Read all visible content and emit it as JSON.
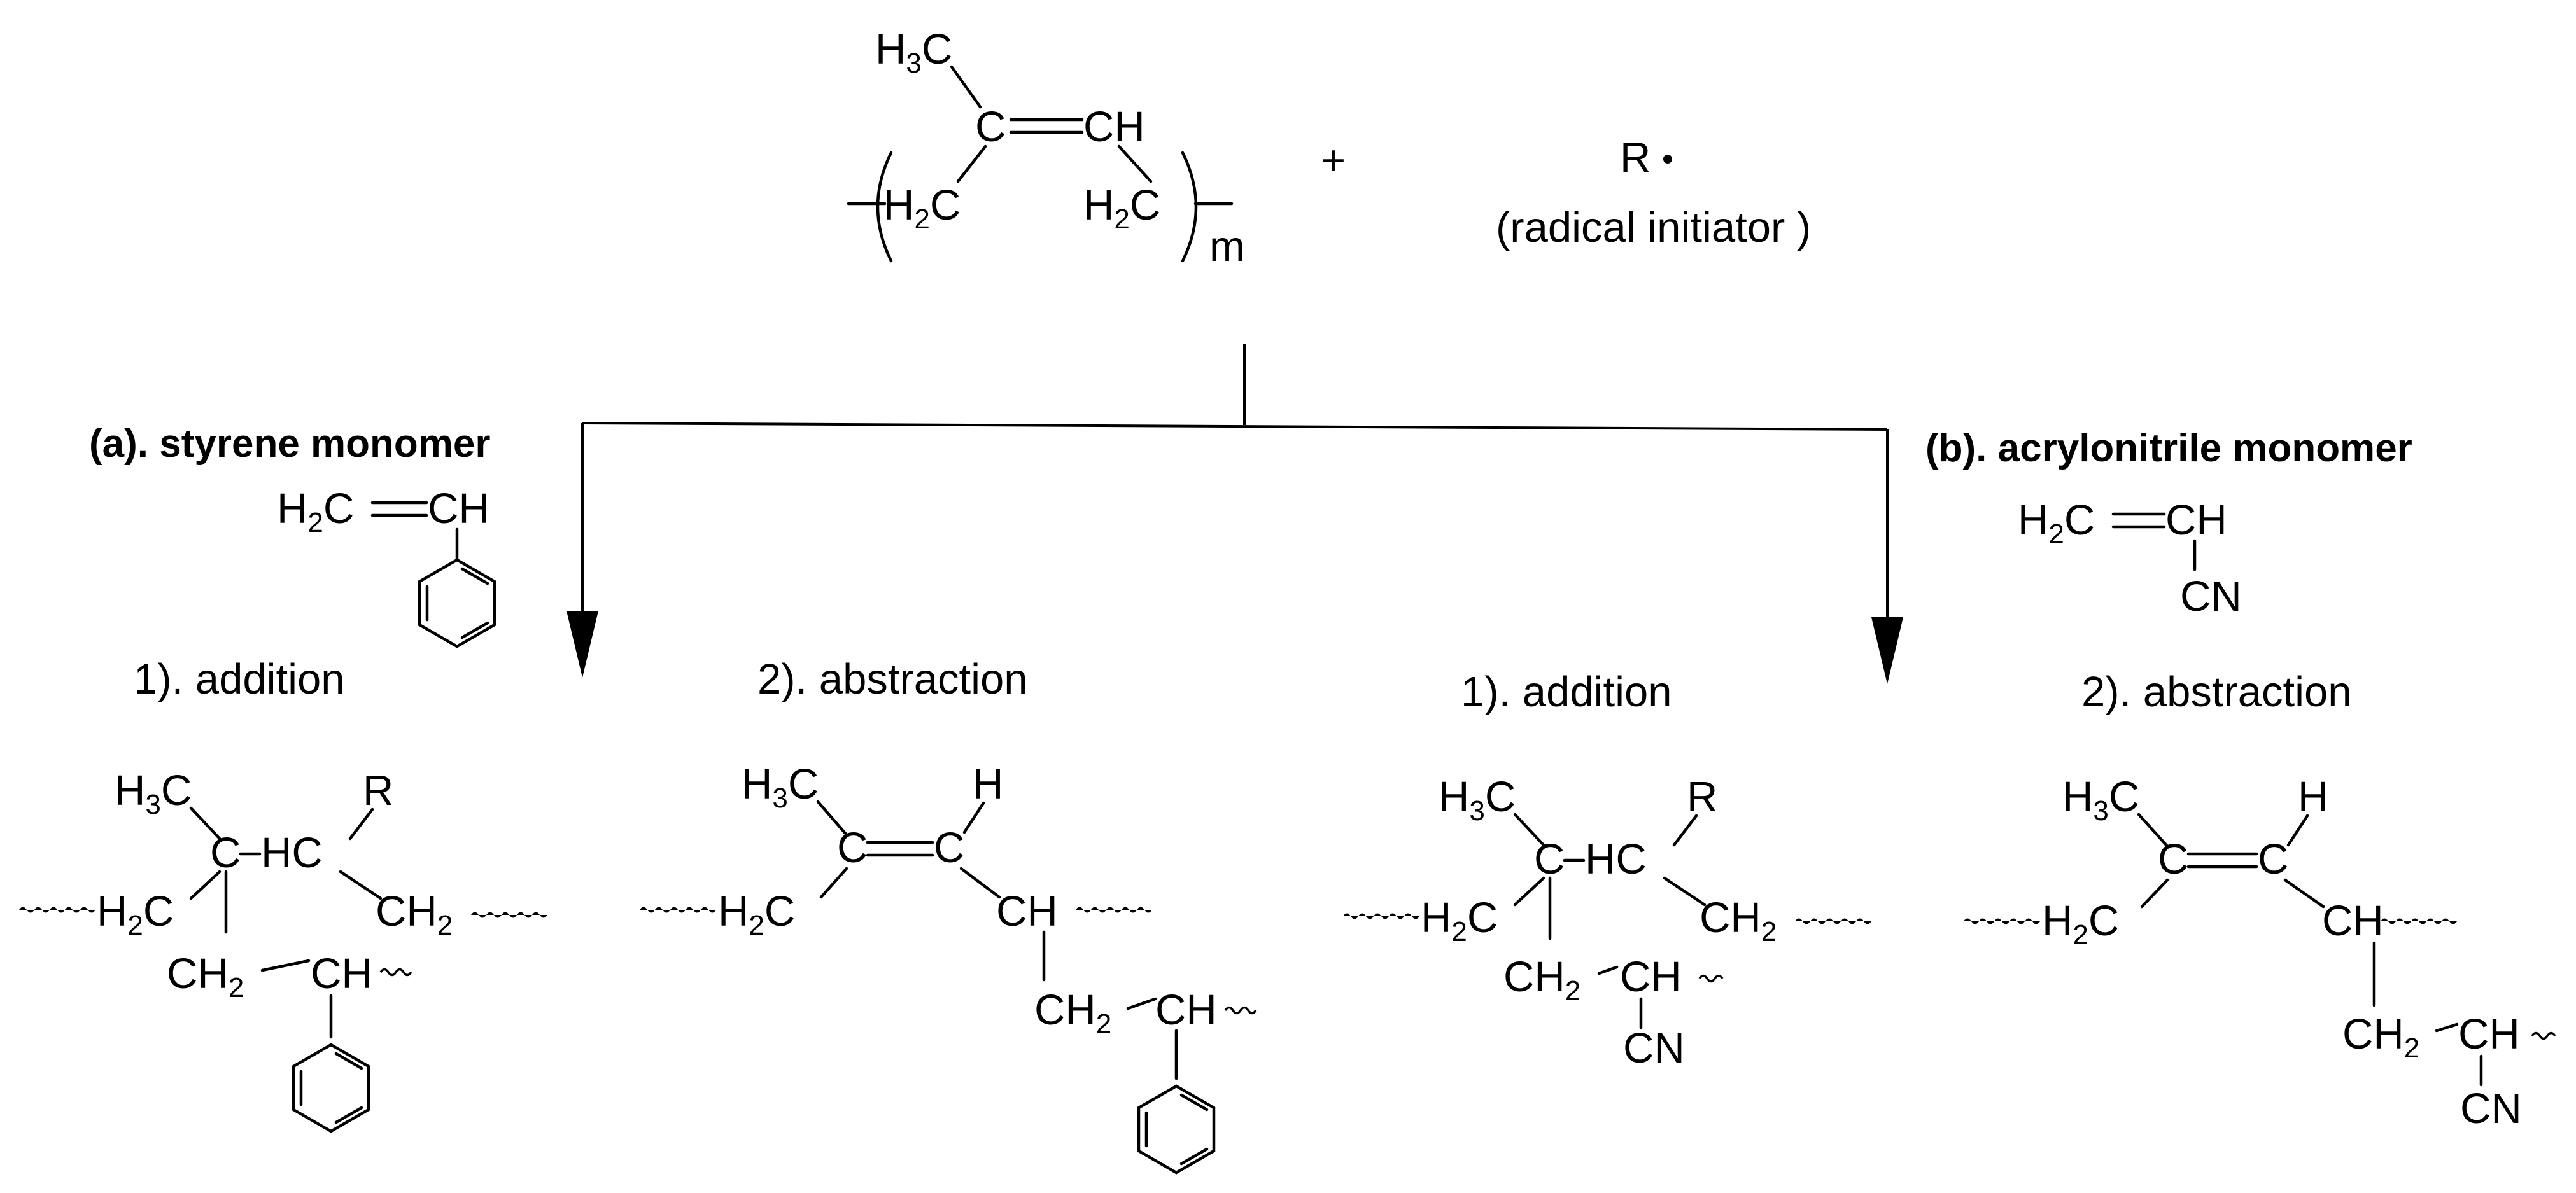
{
  "reactants": {
    "polymer_m": "m",
    "plus": "+",
    "radical": "R",
    "radical_desc": "(radical initiator )"
  },
  "branch_a": {
    "title": "(a). styrene monomer",
    "step1": "1).  addition",
    "step2": "2).  abstraction"
  },
  "branch_b": {
    "title": "(b). acrylonitrile monomer",
    "step1": "1).  addition",
    "step2": "2).  abstraction"
  },
  "atoms": {
    "CH": "CH",
    "C": "C",
    "HC": "HC",
    "H": "H",
    "R": "R",
    "CN": "CN",
    "H3C": "H",
    "H2C": "H",
    "CH2": "CH",
    "sub3": "3",
    "sub2": "2",
    "tailC": "C"
  }
}
